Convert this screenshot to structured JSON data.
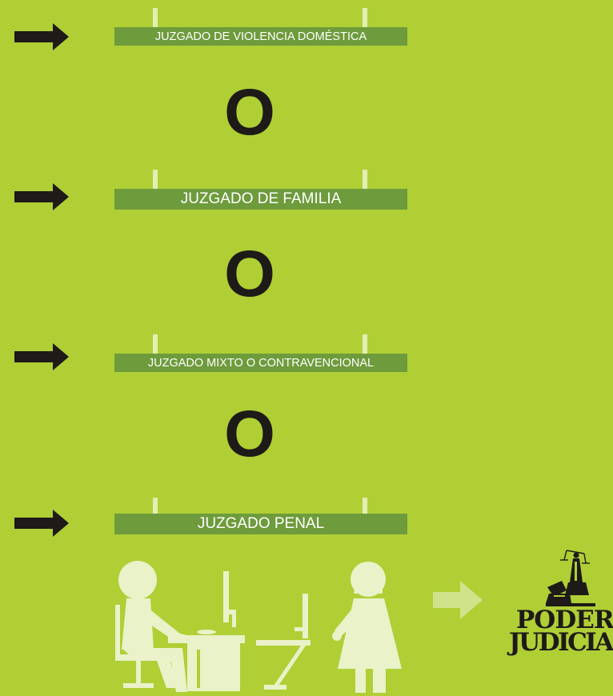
{
  "colors": {
    "background": "#afcf35",
    "sign": "#6e9b3c",
    "arrow": "#1e1a18",
    "figure": "#e9f2c8",
    "next_arrow": "#cfe38a"
  },
  "courts": [
    {
      "label": "JUZGADO DE VIOLENCIA DOMÉSTICA"
    },
    {
      "label": "JUZGADO DE FAMILIA"
    },
    {
      "label": "JUZGADO MIXTO O CONTRAVENCIONAL"
    },
    {
      "label": "JUZGADO PENAL"
    }
  ],
  "separators": [
    "O",
    "O",
    "O"
  ],
  "logo": {
    "line1": "PODER",
    "line2": "JUDICIAL",
    "icon": "justice-statue-icon"
  },
  "icons": {
    "pointer": "right-arrow-icon",
    "next": "next-arrow-icon",
    "scene": "court-office-scene-icon"
  }
}
